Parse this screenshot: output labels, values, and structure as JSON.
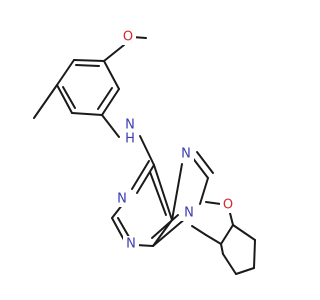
{
  "atoms": {
    "methoxy_o": {
      "label": "O",
      "color": "#d12a2a"
    },
    "amine_n": {
      "label": "N",
      "color": "#3b3bb5"
    },
    "amine_h": {
      "label": "H",
      "color": "#3b3bb5"
    },
    "purine_n1": {
      "label": "N",
      "color": "#3b3bb5"
    },
    "purine_n3": {
      "label": "N",
      "color": "#3b3bb5"
    },
    "purine_n7": {
      "label": "N",
      "color": "#3b3bb5"
    },
    "purine_n9": {
      "label": "N",
      "color": "#3b3bb5"
    },
    "ring_o": {
      "label": "O",
      "color": "#d12a2a"
    }
  }
}
